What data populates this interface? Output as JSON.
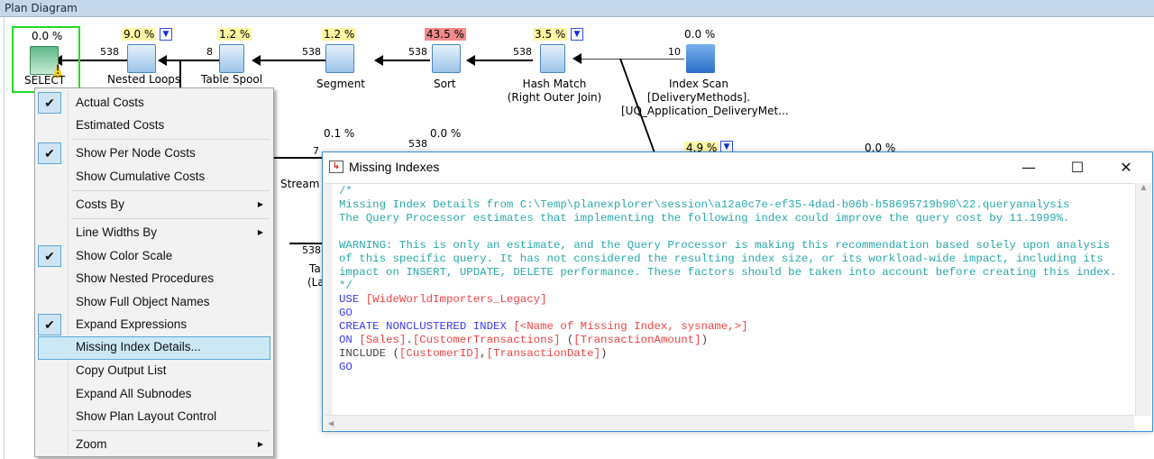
{
  "panel": {
    "title": "Plan Diagram"
  },
  "nodes": [
    {
      "name": "SELECT",
      "label": "SELECT",
      "cost": "0.0 %",
      "icon": "select-warning-icon"
    },
    {
      "name": "nested-loops",
      "label": "Nested Loops",
      "cost": "9.0 %",
      "icon": "nested-loops-icon"
    },
    {
      "name": "table-spool",
      "label": "Table Spool",
      "cost": "1.2 %",
      "icon": "table-spool-icon"
    },
    {
      "name": "segment",
      "label": "Segment",
      "cost": "1.2 %",
      "icon": "segment-icon"
    },
    {
      "name": "sort",
      "label": "Sort",
      "cost": "43.5 %",
      "icon": "sort-icon"
    },
    {
      "name": "hash-match",
      "label": "Hash Match",
      "label2": "(Right Outer Join)",
      "cost": "3.5 %",
      "icon": "hash-match-icon"
    },
    {
      "name": "index-scan",
      "label": "Index Scan",
      "label2": "[DeliveryMethods].",
      "label3": "[UQ_Application_DeliveryMet...",
      "cost": "0.0 %",
      "icon": "index-scan-icon"
    },
    {
      "name": "stream-aggregate",
      "label": "Stream",
      "cost": "0.1 %",
      "icon": "stream-aggregate-icon"
    },
    {
      "name": "node-lower-1",
      "cost": "0.0 %"
    },
    {
      "name": "node-lower-2",
      "cost": "4.9 %"
    },
    {
      "name": "node-lower-3",
      "cost": "0.0 %"
    },
    {
      "name": "table-spool-lazy",
      "label": "Ta",
      "label2": "(La"
    }
  ],
  "edges": {
    "e1": "538",
    "e2": "8",
    "e3": "538",
    "e4": "538",
    "e5": "538",
    "e6": "10",
    "e7": "7",
    "e8": "538",
    "e9": "538"
  },
  "colors": {
    "cost_high": "#f28a8a",
    "cost_medium": "#fdf7a6",
    "selected_node": "#22dd22",
    "keyword": "#3a3af0",
    "comment": "#2aa9a9",
    "identifier": "#ee4444"
  },
  "context_menu": {
    "items": [
      {
        "label": "Actual Costs",
        "checked": true
      },
      {
        "label": "Estimated Costs",
        "checked": false
      },
      {
        "label": "Show Per Node Costs",
        "checked": true
      },
      {
        "label": "Show Cumulative Costs",
        "checked": false
      },
      {
        "label": "Costs By",
        "submenu": true
      },
      {
        "label": "Line Widths By",
        "submenu": true
      },
      {
        "label": "Show Color Scale",
        "checked": true
      },
      {
        "label": "Show Nested Procedures",
        "checked": false
      },
      {
        "label": "Show Full Object Names",
        "checked": false
      },
      {
        "label": "Expand Expressions",
        "checked": true
      },
      {
        "label": "Missing Index Details...",
        "highlighted": true
      },
      {
        "label": "Copy Output List"
      },
      {
        "label": "Expand All Subnodes"
      },
      {
        "label": "Show Plan Layout Control"
      },
      {
        "label": "Zoom",
        "submenu": true
      }
    ]
  },
  "dialog": {
    "title": "Missing Indexes",
    "code": {
      "c1": "/*",
      "c2": "Missing Index Details from C:\\Temp\\planexplorer\\session\\a12a0c7e-ef35-4dad-b06b-b58695719b90\\22.queryanalysis",
      "c3": "The Query Processor estimates that implementing the following index could improve the query cost by 11.1999%.",
      "c4": "WARNING: This is only an estimate, and the Query Processor is making this recommendation based solely upon analysis",
      "c5": "of this specific query. It has not considered the resulting index size, or its workload-wide impact, including its",
      "c6": "impact on INSERT, UPDATE, DELETE performance. These factors should be taken into account before creating this index.",
      "c7": "*/",
      "use": "USE",
      "db": "[WideWorldImporters_Legacy]",
      "go": "GO",
      "create": "CREATE NONCLUSTERED INDEX",
      "idxname": "[<Name of Missing Index, sysname,>]",
      "on": "ON",
      "schema": "[Sales]",
      "dot": ".",
      "table": "[CustomerTransactions]",
      "open": " (",
      "col": "[TransactionAmount]",
      "close": ")",
      "include": "INCLUDE (",
      "inc1": "[CustomerID]",
      "comma": ",",
      "inc2": "[TransactionDate]",
      "close2": ")"
    }
  }
}
